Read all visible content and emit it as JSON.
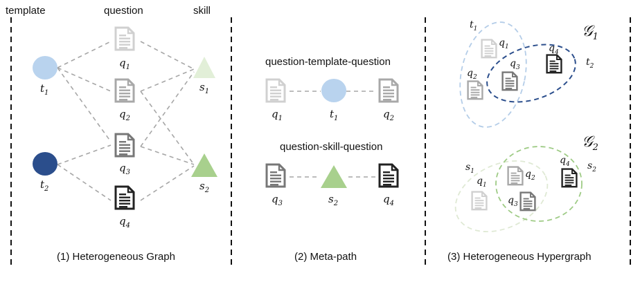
{
  "panel1": {
    "headers": {
      "template": "template",
      "question": "question",
      "skill": "skill"
    },
    "caption": "(1) Heterogeneous Graph",
    "nodes": {
      "t1": {
        "base": "t",
        "sub": "1"
      },
      "t2": {
        "base": "t",
        "sub": "2"
      },
      "q1": {
        "base": "q",
        "sub": "1"
      },
      "q2": {
        "base": "q",
        "sub": "2"
      },
      "q3": {
        "base": "q",
        "sub": "3"
      },
      "q4": {
        "base": "q",
        "sub": "4"
      },
      "s1": {
        "base": "s",
        "sub": "1"
      },
      "s2": {
        "base": "s",
        "sub": "2"
      }
    }
  },
  "panel2": {
    "path1_title": "question-template-question",
    "path2_title": "question-skill-question",
    "caption": "(2) Meta-path",
    "nodes": {
      "p1_q1": {
        "base": "q",
        "sub": "1"
      },
      "p1_t1": {
        "base": "t",
        "sub": "1"
      },
      "p1_q2": {
        "base": "q",
        "sub": "2"
      },
      "p2_q3": {
        "base": "q",
        "sub": "3"
      },
      "p2_s2": {
        "base": "s",
        "sub": "2"
      },
      "p2_q4": {
        "base": "q",
        "sub": "4"
      }
    }
  },
  "panel3": {
    "caption": "(3) Heterogeneous Hypergraph",
    "g1": {
      "base": "𝒢",
      "sub": "1"
    },
    "g2": {
      "base": "𝒢",
      "sub": "2"
    },
    "labels": {
      "t1": {
        "base": "t",
        "sub": "1"
      },
      "t2": {
        "base": "t",
        "sub": "2"
      },
      "q1a": {
        "base": "q",
        "sub": "1"
      },
      "q2a": {
        "base": "q",
        "sub": "2"
      },
      "q3a": {
        "base": "q",
        "sub": "3"
      },
      "q4a": {
        "base": "q",
        "sub": "4"
      },
      "s1": {
        "base": "s",
        "sub": "1"
      },
      "s2": {
        "base": "s",
        "sub": "2"
      },
      "q1b": {
        "base": "q",
        "sub": "1"
      },
      "q2b": {
        "base": "q",
        "sub": "2"
      },
      "q3b": {
        "base": "q",
        "sub": "3"
      },
      "q4b": {
        "base": "q",
        "sub": "4"
      }
    }
  },
  "colors": {
    "t1": "#b9d3ee",
    "t2": "#2b4e8c",
    "s1": "#e2efd8",
    "s2": "#a8d08d",
    "q1": "#d0d0d0",
    "q2": "#a8a8a8",
    "q3": "#777777",
    "q4": "#222222",
    "edge": "#a6a6a6",
    "hyper_t1": "#b4cde8",
    "hyper_t2": "#2b4e8c",
    "hyper_s1": "#dfe9d4",
    "hyper_s2": "#9ecb85"
  }
}
